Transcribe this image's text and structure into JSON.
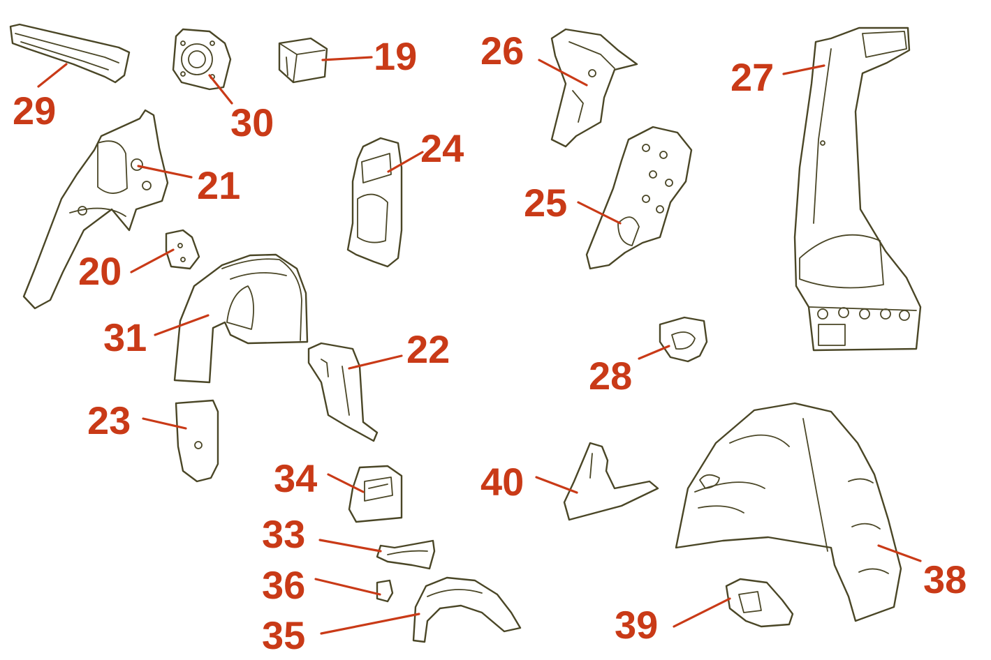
{
  "colors": {
    "outline": "#4a4626",
    "callout": "#c93a17",
    "background": "#ffffff"
  },
  "callouts": [
    {
      "id": "p29",
      "label": "29"
    },
    {
      "id": "p30",
      "label": "30"
    },
    {
      "id": "p19",
      "label": "19"
    },
    {
      "id": "p26",
      "label": "26"
    },
    {
      "id": "p27",
      "label": "27"
    },
    {
      "id": "p21",
      "label": "21"
    },
    {
      "id": "p24",
      "label": "24"
    },
    {
      "id": "p25",
      "label": "25"
    },
    {
      "id": "p20",
      "label": "20"
    },
    {
      "id": "p31",
      "label": "31"
    },
    {
      "id": "p22",
      "label": "22"
    },
    {
      "id": "p28",
      "label": "28"
    },
    {
      "id": "p23",
      "label": "23"
    },
    {
      "id": "p34",
      "label": "34"
    },
    {
      "id": "p40",
      "label": "40"
    },
    {
      "id": "p38",
      "label": "38"
    },
    {
      "id": "p33",
      "label": "33"
    },
    {
      "id": "p36",
      "label": "36"
    },
    {
      "id": "p35",
      "label": "35"
    },
    {
      "id": "p39",
      "label": "39"
    }
  ]
}
